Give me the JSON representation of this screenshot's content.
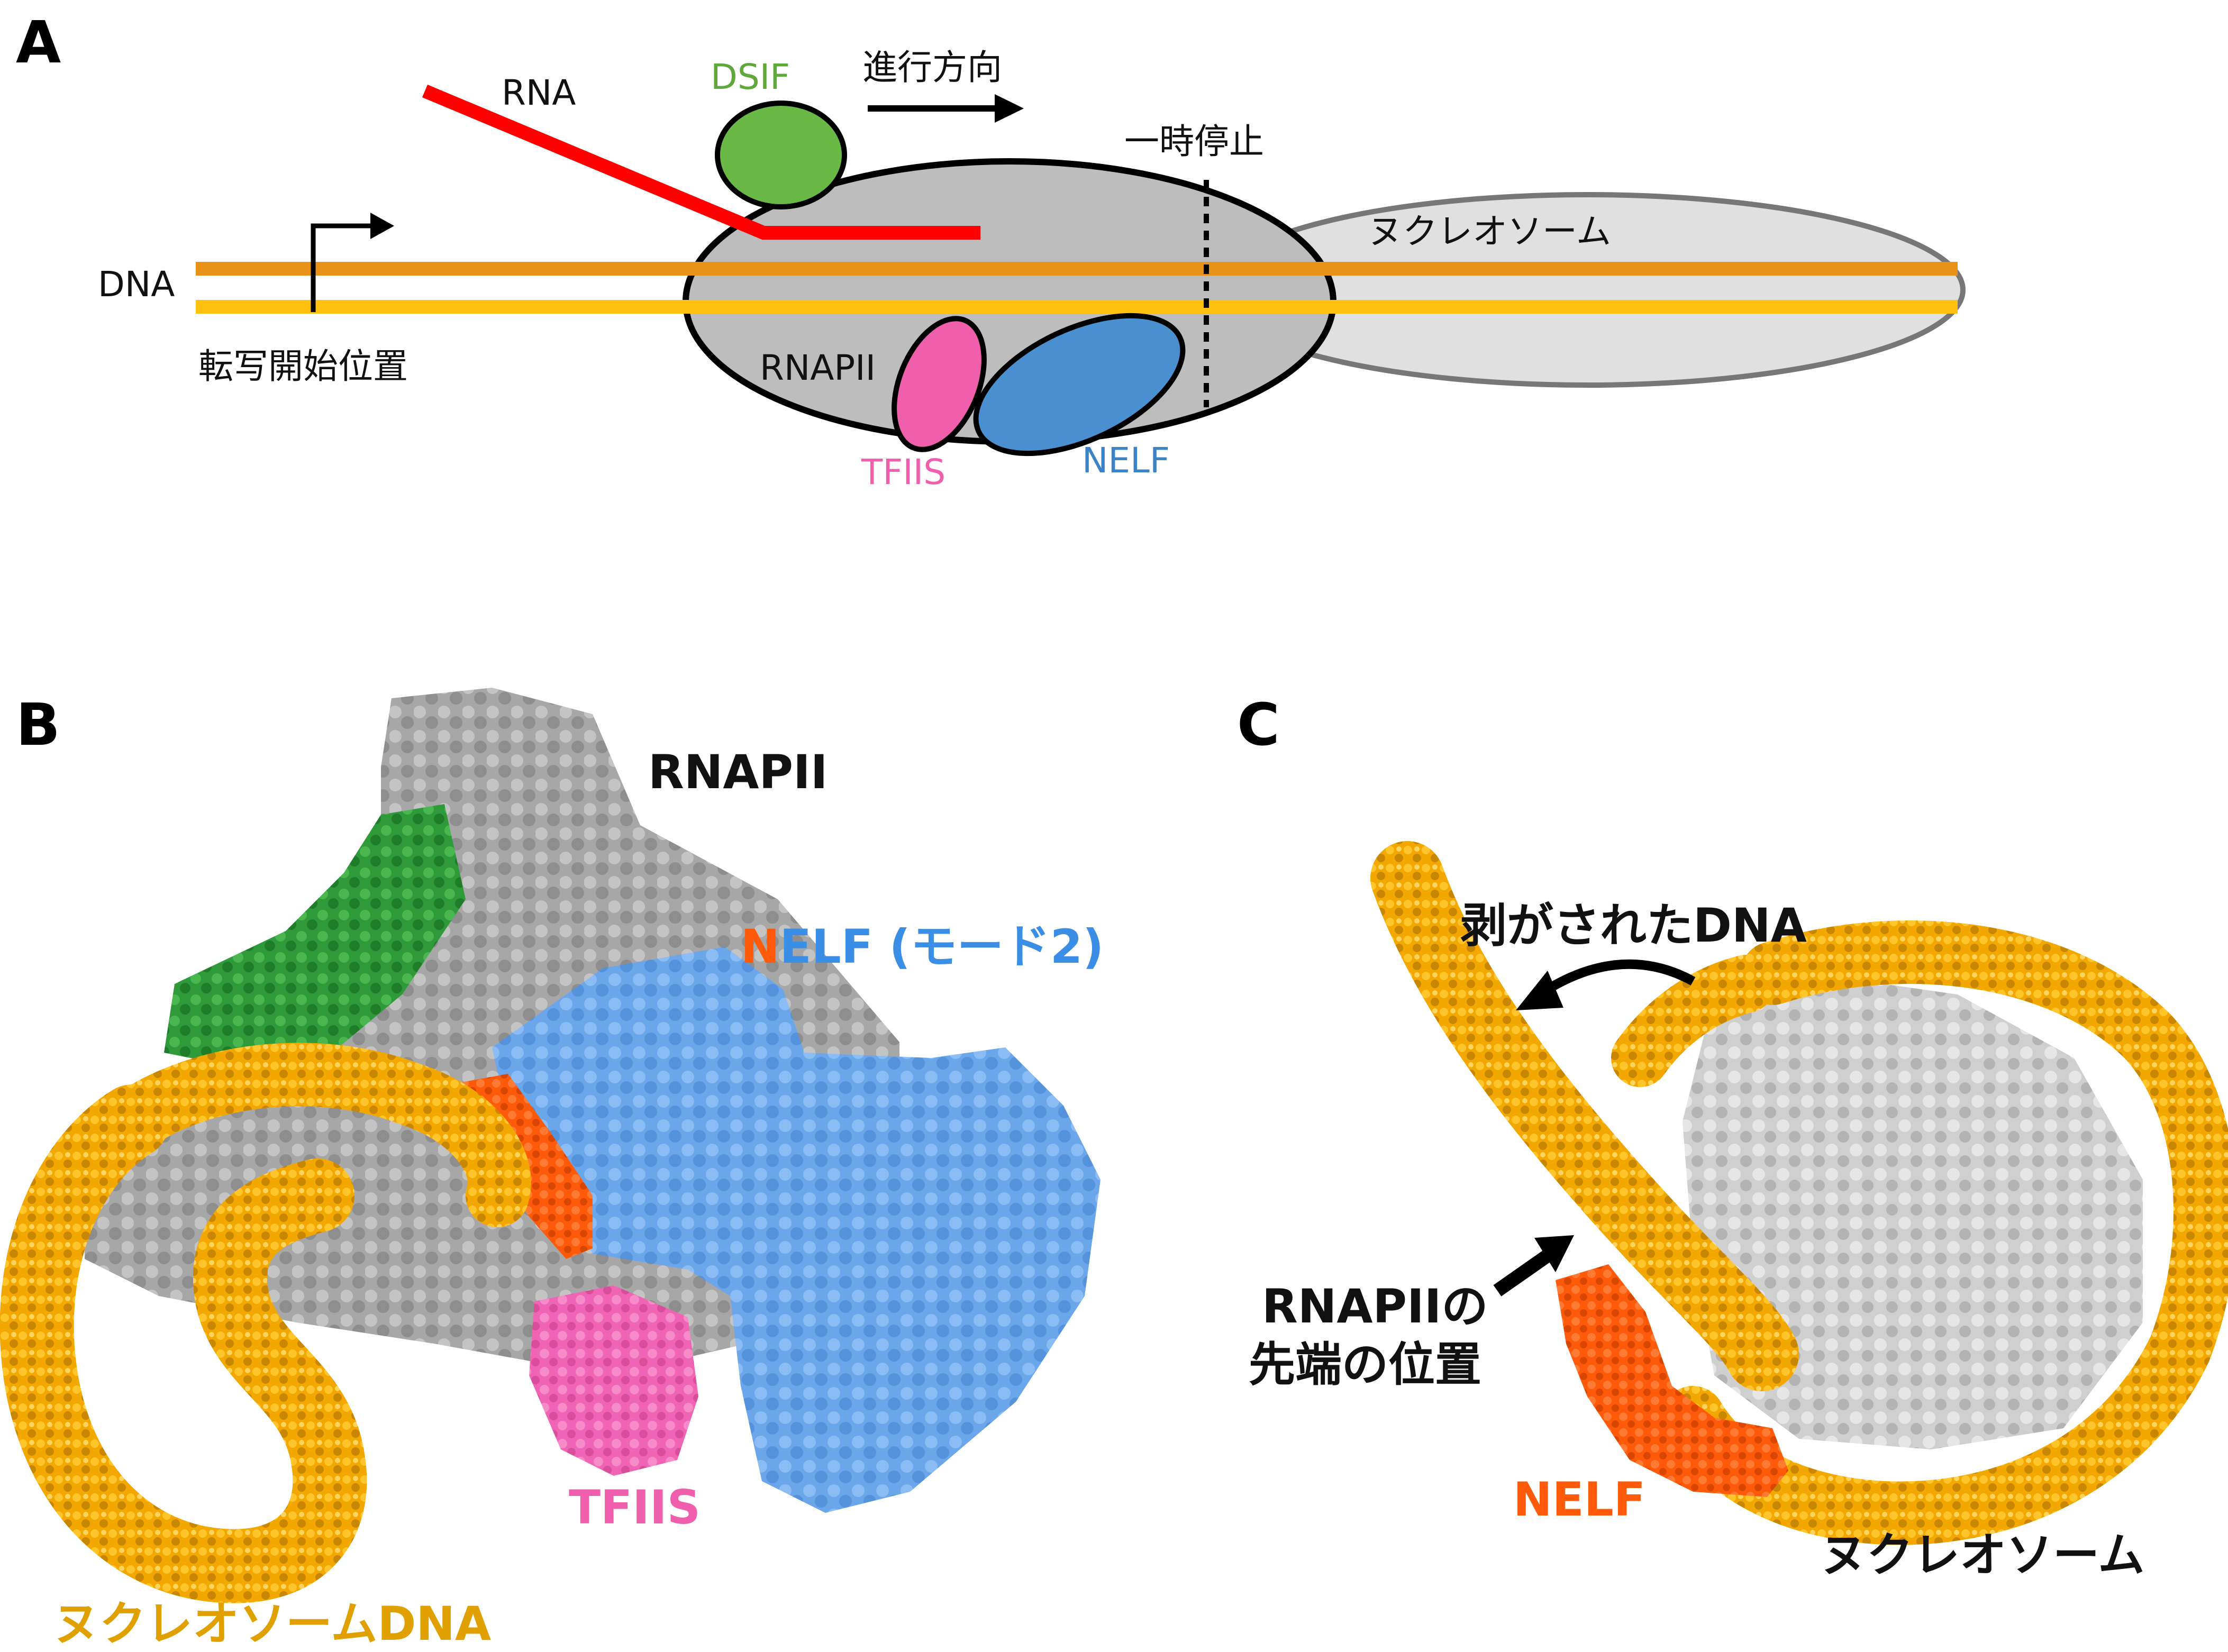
{
  "panels": {
    "a": {
      "letter": "A",
      "labels": {
        "rna": "RNA",
        "dsif": "DSIF",
        "direction": "進行方向",
        "pause": "一時停止",
        "nucleosome": "ヌクレオソーム",
        "dna": "DNA",
        "tss": "転写開始位置",
        "rnapii": "RNAPII",
        "tfiis": "TFIIS",
        "nelf": "NELF"
      },
      "colors": {
        "rna": "#ff0000",
        "dsif": "#6ab946",
        "rnapii": "#bdbdbd",
        "nucleosome": "#e0e0e0",
        "dna_top": "#e8921a",
        "dna_bottom": "#ffc10e",
        "tfiis": "#f05fab",
        "nelf": "#4a90d0"
      }
    },
    "b": {
      "letter": "B",
      "labels": {
        "rnapii": "RNAPII",
        "nelf_n": "N",
        "nelf_rest": "ELF (モード2)",
        "tfiis": "TFIIS",
        "nucleosome_dna": "ヌクレオソームDNA"
      },
      "colors": {
        "rnapii": "#a9a9a9",
        "dsif": "#2e9e3a",
        "nelf": "#75aef0",
        "nelf_n": "#ff5a0a",
        "tfiis": "#ef64b4",
        "dna": "#f2a800",
        "nucleosome_dna_label": "#e0a100",
        "nelf_label": "#3a8ee6",
        "tfiis_label": "#ef5fae"
      }
    },
    "c": {
      "letter": "C",
      "labels": {
        "peeled_dna": "剥がされたDNA",
        "rnapii_tip_line1": "RNAPIIの",
        "rnapii_tip_line2": "先端の位置",
        "nelf": "NELF",
        "nucleosome": "ヌクレオソーム"
      },
      "colors": {
        "dna": "#f2a800",
        "histone": "#c9c9c9",
        "nelf": "#ff5a0a",
        "nelf_label": "#ff5a0a"
      }
    }
  }
}
